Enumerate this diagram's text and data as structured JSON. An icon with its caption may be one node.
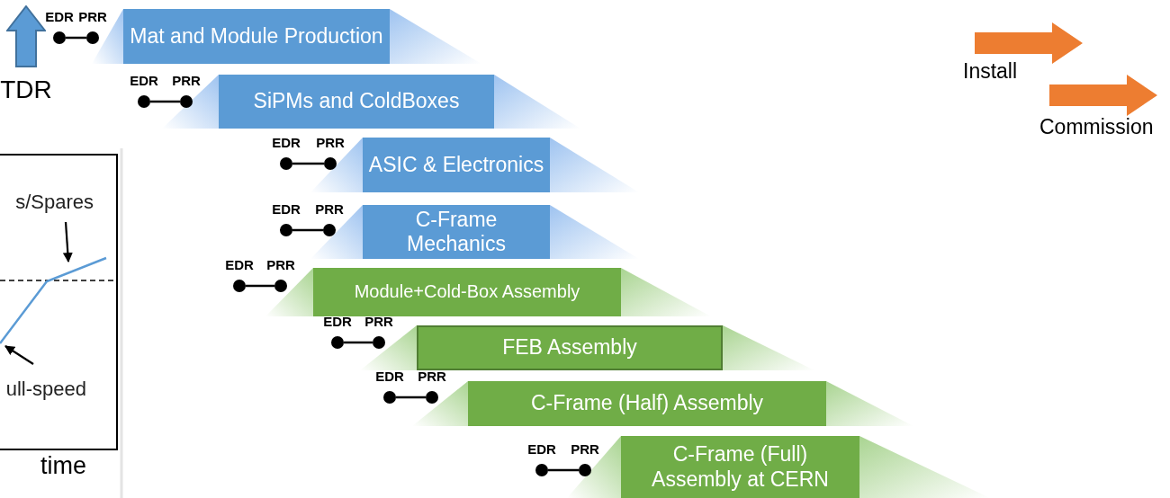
{
  "diagram": {
    "nodes": [
      {
        "text": [
          "EDR"
        ]
      },
      {
        "text": [
          "PRR"
        ]
      },
      {
        "text": [
          "Mat and Module Production"
        ]
      },
      {
        "text": [
          "TDR"
        ]
      },
      {
        "text": [
          "Install"
        ]
      },
      {
        "text": [
          "Commission"
        ]
      },
      {
        "text": [
          "EDR"
        ]
      },
      {
        "text": [
          "PRR"
        ]
      },
      {
        "text": [
          "SiPMs and ColdBoxes"
        ]
      },
      {
        "text": [
          "EDR"
        ]
      },
      {
        "text": [
          "PRR"
        ]
      },
      {
        "text": [
          "ASIC & Electronics"
        ]
      },
      {
        "text": [
          "s/Spares"
        ]
      },
      {
        "text": [
          "EDR"
        ]
      },
      {
        "text": [
          "PRR"
        ]
      },
      {
        "text": [
          "C-Frame Mechanics"
        ]
      },
      {
        "text": [
          "EDR"
        ]
      },
      {
        "text": [
          "PRR"
        ]
      },
      {
        "text": [
          "Module+Cold-Box Assembly"
        ]
      },
      {
        "text": [
          "ull-speed"
        ]
      },
      {
        "text": [
          "EDR"
        ]
      },
      {
        "text": [
          "PRR"
        ]
      },
      {
        "text": [
          "FEB Assembly"
        ]
      },
      {
        "text": [
          "EDR"
        ]
      },
      {
        "text": [
          "PRR"
        ]
      },
      {
        "text": [
          "C-Frame (Half) Assembly"
        ]
      },
      {
        "text": [
          "EDR"
        ]
      },
      {
        "text": [
          "PRR"
        ]
      },
      {
        "text": [
          "C-Frame (Full) Assembly at CERN"
        ]
      }
    ],
    "edges": [
      {
        "from": 0,
        "to": 1,
        "arrow": "none"
      },
      {
        "from": 6,
        "to": 7,
        "arrow": "none"
      },
      {
        "from": 9,
        "to": 10,
        "arrow": "none"
      },
      {
        "from": 12,
        "to": null,
        "arrow": "to"
      },
      {
        "from": 13,
        "to": 14,
        "arrow": "none"
      },
      {
        "from": 16,
        "to": 17,
        "arrow": "none"
      },
      {
        "from": 19,
        "to": null,
        "arrow": "to"
      },
      {
        "from": 20,
        "to": 21,
        "arrow": "none"
      },
      {
        "from": 23,
        "to": 24,
        "arrow": "none"
      },
      {
        "from": 26,
        "to": 27,
        "arrow": "none"
      }
    ],
    "labels": [
      "time"
    ]
  }
}
